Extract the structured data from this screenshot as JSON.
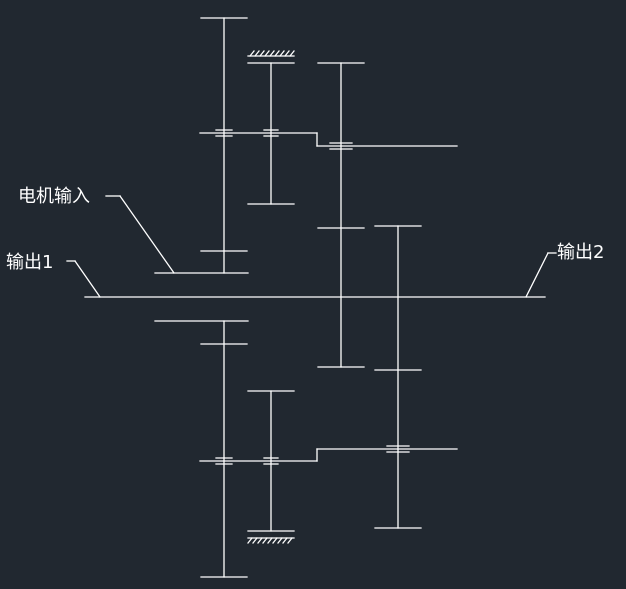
{
  "diagram": {
    "background": "#212830",
    "line_color": "#ffffff",
    "labels": {
      "motor_input": "电机输入",
      "output1": "输出1",
      "output2": "输出2"
    }
  }
}
